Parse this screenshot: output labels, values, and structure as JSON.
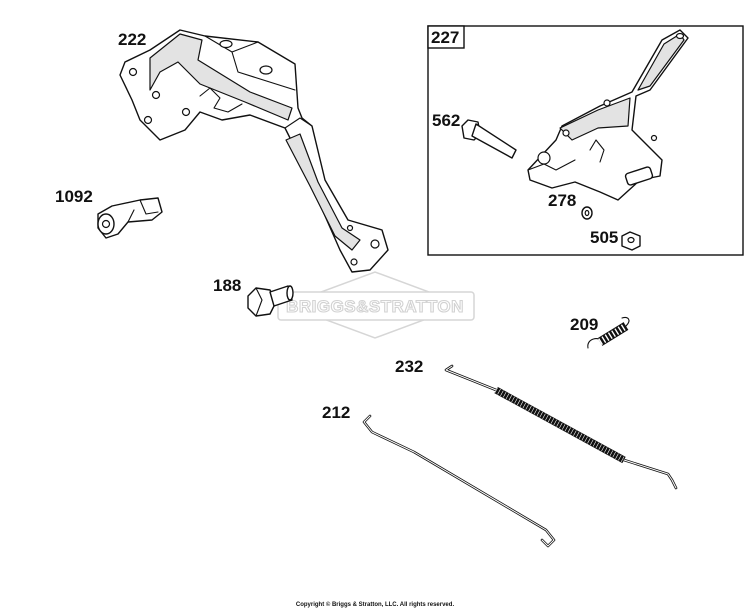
{
  "watermark": "BRIGGS&STRATTON",
  "copyright": "Copyright © Briggs & Stratton, LLC. All rights reserved.",
  "parts": [
    {
      "id": "p222",
      "label": "222"
    },
    {
      "id": "p227",
      "label": "227"
    },
    {
      "id": "p562",
      "label": "562"
    },
    {
      "id": "p278",
      "label": "278"
    },
    {
      "id": "p505",
      "label": "505"
    },
    {
      "id": "p1092",
      "label": "1092"
    },
    {
      "id": "p188",
      "label": "188"
    },
    {
      "id": "p209",
      "label": "209"
    },
    {
      "id": "p232",
      "label": "232"
    },
    {
      "id": "p212",
      "label": "212"
    }
  ]
}
